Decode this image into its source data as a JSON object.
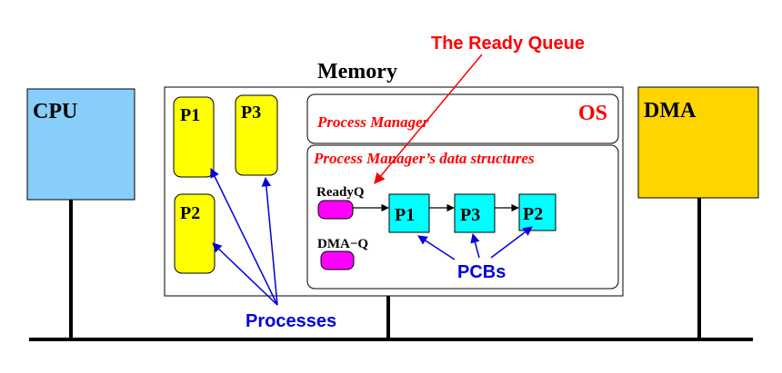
{
  "cpu": {
    "label": "CPU"
  },
  "memory": {
    "label": "Memory"
  },
  "dma": {
    "label": "DMA"
  },
  "os": {
    "label": "OS",
    "process_manager": "Process Manager",
    "data_structures": "Process Manager’s data structures"
  },
  "processes": [
    {
      "label": "P1"
    },
    {
      "label": "P3"
    },
    {
      "label": "P2"
    }
  ],
  "queues": {
    "ready": {
      "label": "ReadyQ"
    },
    "dma": {
      "label": "DMA−Q"
    }
  },
  "pcbs": [
    {
      "label": "P1"
    },
    {
      "label": "P3"
    },
    {
      "label": "P2"
    }
  ],
  "annotations": {
    "ready_queue": "The Ready Queue",
    "pcbs": "PCBs",
    "processes": "Processes"
  },
  "colors": {
    "cpu": "#87CEFA",
    "dma": "#FFD500",
    "process": "#FFFF00",
    "pcb": "#00FFFF",
    "queue_head": "#FF00FF",
    "annotation_red": "#FF0000",
    "annotation_blue": "#0000DD"
  }
}
